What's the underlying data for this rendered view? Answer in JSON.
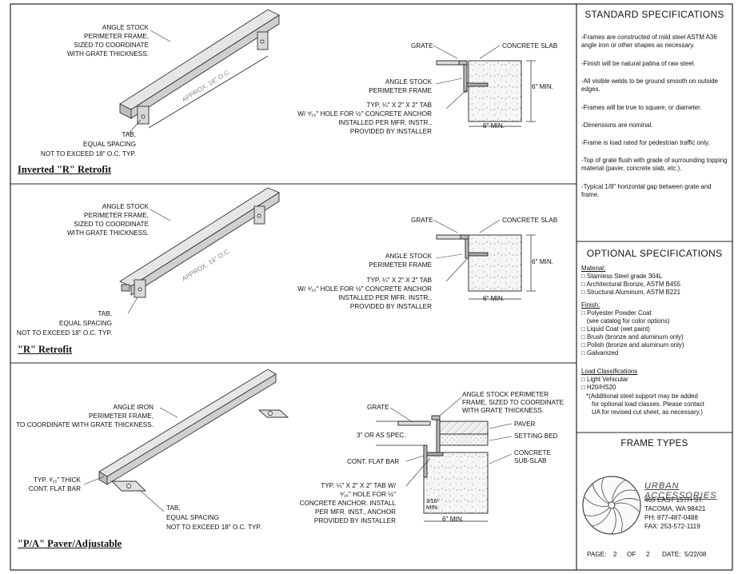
{
  "sections": [
    {
      "title": "Inverted \"R\" Retrofit",
      "frame_callout": [
        "ANGLE STOCK",
        "PERIMETER FRAME,",
        "SIZED TO COORDINATE",
        "WITH GRATE THICKNESS."
      ],
      "spacing_label": "APPROX. 18\" O.C.",
      "tab_callout": [
        "TAB,",
        "EQUAL SPACING",
        "NOT TO EXCEED 18\" O.C. TYP."
      ],
      "grate_label": "GRATE",
      "slab_label": "CONCRETE SLAB",
      "section_frame_callout": [
        "ANGLE STOCK",
        "PERIMETER FRAME"
      ],
      "tab_detail": [
        "TYP. ¼\" X 2\" X 2\" TAB",
        "W/ ⁹⁄₁₆\" HOLE FOR ½\" CONCRETE ANCHOR",
        "INSTALLED PER MFR. INSTR.,",
        "PROVIDED BY INSTALLER"
      ],
      "dim_vertical": "6\" MIN.",
      "dim_horizontal": "6\" MIN."
    },
    {
      "title": "\"R\" Retrofit",
      "frame_callout": [
        "ANGLE STOCK",
        "PERIMETER FRAME,",
        "SIZED TO COORDINATE",
        "WITH GRATE THICKNESS."
      ],
      "spacing_label": "APPROX. 18\" O.C.",
      "tab_callout": [
        "TAB,",
        "EQUAL SPACING",
        "NOT TO EXCEED 18\" O.C. TYP."
      ],
      "grate_label": "GRATE",
      "slab_label": "CONCRETE SLAB",
      "section_frame_callout": [
        "ANGLE STOCK",
        "PERIMETER FRAME"
      ],
      "tab_detail": [
        "TYP. ¼\" X 2\" X 2\" TAB",
        "W/ ⁹⁄₁₆\" HOLE FOR ½\" CONCRETE ANCHOR",
        "INSTALLED PER MFR. INSTR.,",
        "PROVIDED BY INSTALLER"
      ],
      "dim_vertical": "6\" MIN.",
      "dim_horizontal": "6\" MIN."
    },
    {
      "title": "\"P/A\" Paver/Adjustable",
      "frame_callout": [
        "ANGLE IRON",
        "PERIMETER FRAME,",
        "TO COORDINATE WITH GRATE THICKNESS."
      ],
      "flatbar_callout": [
        "TYP. ³⁄₁₆\" THICK",
        "CONT. FLAT BAR"
      ],
      "tab_callout": [
        "TAB,",
        "EQUAL SPACING",
        "NOT TO EXCEED 18\" O.C. TYP."
      ],
      "grate_label": "GRATE",
      "section_frame_callout": [
        "ANGLE STOCK PERIMETER",
        "FRAME, SIZED TO COORDINATE",
        "WITH GRATE THICKNESS."
      ],
      "paver_label": "PAVER",
      "setting_bed_label": "SETTING BED",
      "subslab_label": [
        "CONCRETE",
        "SUB-SLAB"
      ],
      "dim_spec": "3\" OR AS SPEC.",
      "flatbar_label": "CONT. FLAT BAR",
      "tab_detail": [
        "TYP. ¼\" X 2\" X 2\" TAB W/",
        "⁹⁄₁₆\" HOLE FOR ½\"",
        "CONCRETE ANCHOR.  INSTALL",
        "PER MFR. INST., ANCHOR",
        "PROVIDED BY INSTALLER"
      ],
      "dim_small": [
        "3⁄16\"",
        "MIN."
      ],
      "dim_horizontal": "6\" MIN."
    }
  ],
  "standard_specs": {
    "title": "STANDARD SPECIFICATIONS",
    "items": [
      "-Frames are constructed of mild steel ASTM A36 angle iron or other shapes as necessary.",
      "-Finish will be natural patina of raw steel.",
      "-All visible welds to be ground smooth on outside edges.",
      "-Frames will be true to square, or diameter.",
      "-Dimensions are nominal.",
      "-Frame is load rated for pedestrian traffic only.",
      "-Top of grate flush with grade of surrounding topping material (paver, concrete slab, etc.).",
      "-Typical 1/8\" horizontal gap between grate and frame."
    ]
  },
  "optional_specs": {
    "title": "OPTIONAL SPECIFICATIONS",
    "material_heading": "Material:",
    "material": [
      "□ Stainless Steel grade 304L",
      "□ Architectural Bronze, ASTM B455",
      "□ Structural Aluminum, ASTM B221"
    ],
    "finish_heading": "Finish:",
    "finish": [
      "□ Polyester Powder Coat",
      "   (see catalog for color options)",
      "□ Liquid Coat (wet paint)",
      "□ Brush (bronze and aluminum only)",
      "□ Polish (bronze and aluminum only)",
      "□ Galvanized"
    ],
    "load_heading": "Load Classifications",
    "load": [
      "□ Light Vehicular",
      "□ H20/HS20"
    ],
    "load_note": [
      "*(Additional steel support may be added",
      "for optional load classes. Please contact",
      "UA for revised cut sheet, as necessary.)"
    ]
  },
  "frame_types": {
    "title": "FRAME TYPES",
    "company": "URBAN ACCESSORIES",
    "address": [
      "465 EAST 15TH ST.",
      "TACOMA, WA  98421",
      "PH:  877-487-0488",
      "FAX:  253-572-1119"
    ],
    "page_label": "PAGE:",
    "page": "2",
    "of_label": "OF",
    "pages": "2",
    "date_label": "DATE:",
    "date": "5/22/08"
  }
}
